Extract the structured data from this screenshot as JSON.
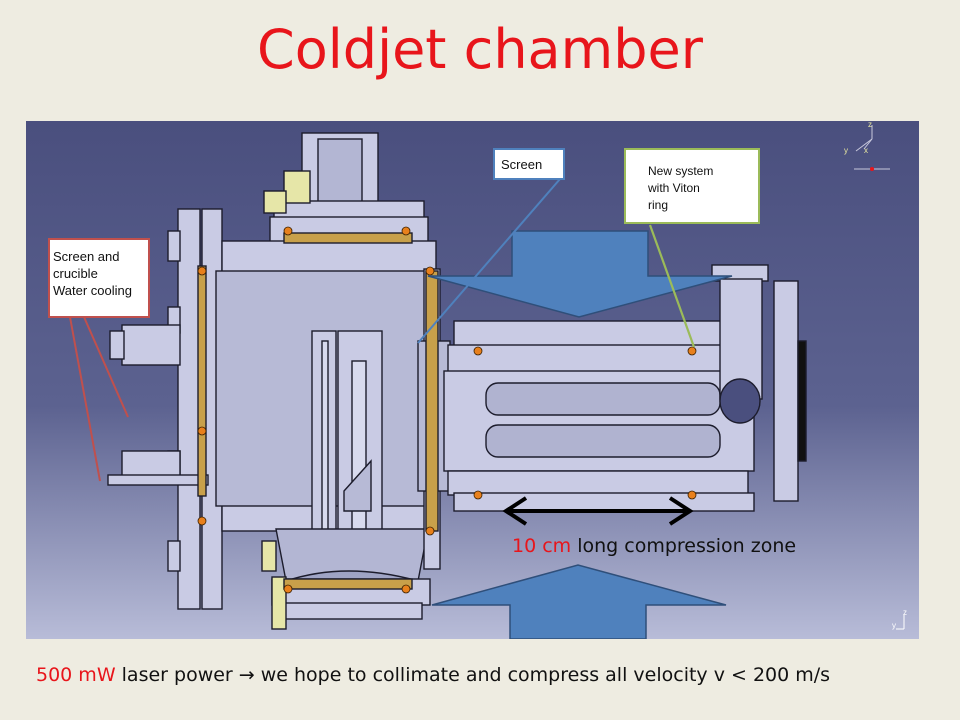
{
  "title": "Coldjet chamber",
  "callouts": {
    "screen": "Screen",
    "viton_line1": "New system",
    "viton_line2": "with Viton",
    "viton_line3": "ring",
    "crucible_line1": "Screen and",
    "crucible_line2": "crucible",
    "crucible_line3": "Water cooling"
  },
  "zone": {
    "length": "10 cm",
    "text": " long compression zone"
  },
  "bottom": {
    "power": "500 mW",
    "text_a": " laser power ",
    "arrow": "→",
    "text_b": " we hope to collimate and compress all velocity v < 200 m/s"
  },
  "axes": {
    "x": "x",
    "y": "y",
    "z": "z"
  },
  "colors": {
    "title": "#e8151b",
    "background": "#eeece1",
    "cad_bg_top": "#4a4f7e",
    "cad_bg_bottom": "#b8bcd8",
    "laser_arrow": "#4f81bd",
    "viton_border": "#9bbb59",
    "crucible_border": "#c0504d",
    "screen_border": "#4f81bd"
  }
}
